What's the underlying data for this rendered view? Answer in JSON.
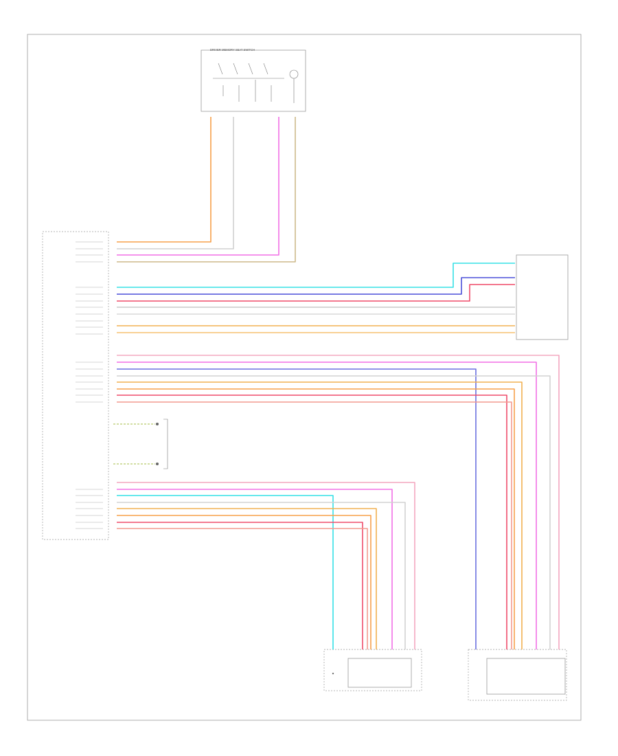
{
  "diagram": {
    "colors": {
      "orange": "#f7a04a",
      "gray": "#c9c9c9",
      "pink": "#f26fe6",
      "tan": "#cdb98a",
      "cyan": "#35e0e6",
      "blue": "#4a4fd9",
      "red": "#ef4c6a",
      "lightred": "#f6a0a8",
      "gold": "#f2b050",
      "lightpink": "#f3a7bf",
      "salmon": "#f49a8f",
      "green": "#b6c96a"
    },
    "components": [
      {
        "id": "memory-switch",
        "label": "DRIVER MEMORY SEAT SWITCH"
      },
      {
        "id": "seat-module",
        "label": ""
      },
      {
        "id": "right-module",
        "label": ""
      },
      {
        "id": "left-mirror",
        "label": ""
      },
      {
        "id": "right-mirror",
        "label": ""
      }
    ],
    "notes": {
      "module_left_caption": "",
      "module_right_caption": "",
      "center_caption": "",
      "footer_id": ""
    }
  }
}
